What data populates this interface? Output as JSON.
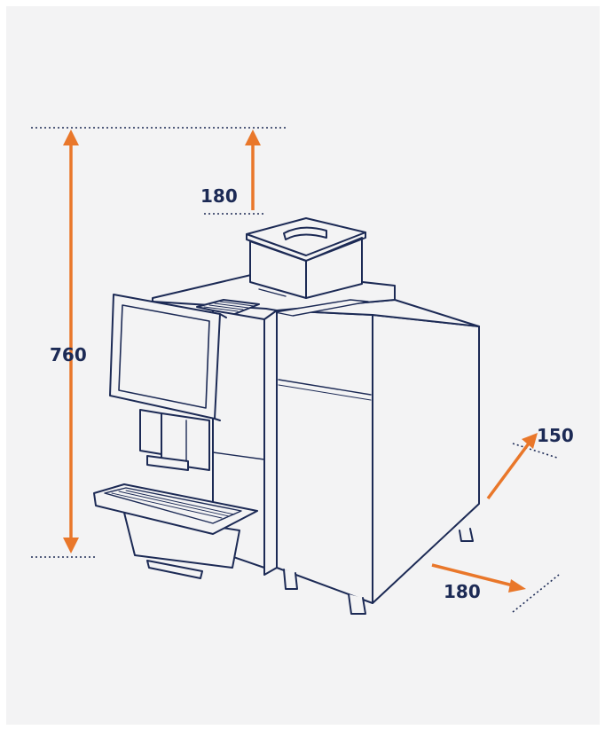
{
  "colors": {
    "background": "#f3f3f4",
    "line": "#1c2a55",
    "arrow": "#e9772a",
    "text": "#1c2a55"
  },
  "dimensions": {
    "total_height": "760",
    "top_clearance": "180",
    "right_clearance": "150",
    "side_clearance": "180"
  }
}
